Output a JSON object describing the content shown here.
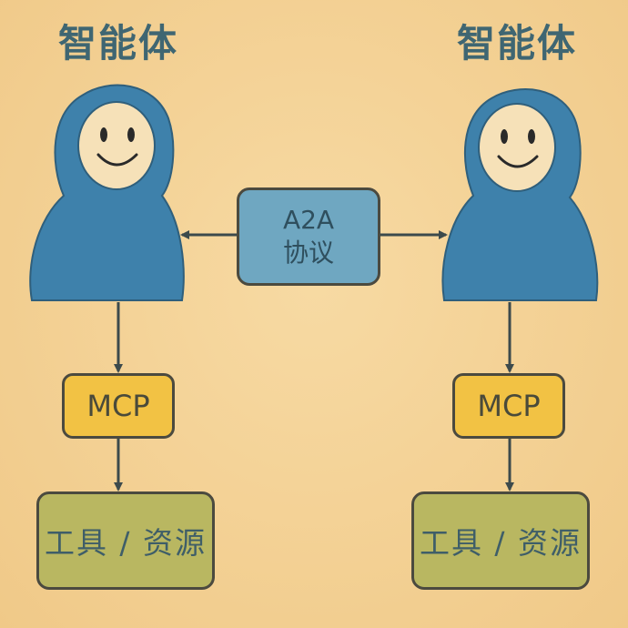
{
  "agents": [
    {
      "label": "智能体",
      "hood_color": "#3e81ab"
    },
    {
      "label": "智能体",
      "hood_color": "#3e81ab"
    }
  ],
  "protocol": {
    "line1": "A2A",
    "line2": "协议",
    "color": "#6fa7c1"
  },
  "mcp": {
    "left_label": "MCP",
    "right_label": "MCP",
    "color": "#f2c244"
  },
  "resources": {
    "left_label": "工具 / 资源",
    "right_label": "工具 / 资源",
    "color": "#b9b761"
  },
  "colors": {
    "background": "#f2cf93",
    "stroke": "#4b4a3f",
    "face": "#f6e1b8",
    "title": "#3f6672"
  }
}
